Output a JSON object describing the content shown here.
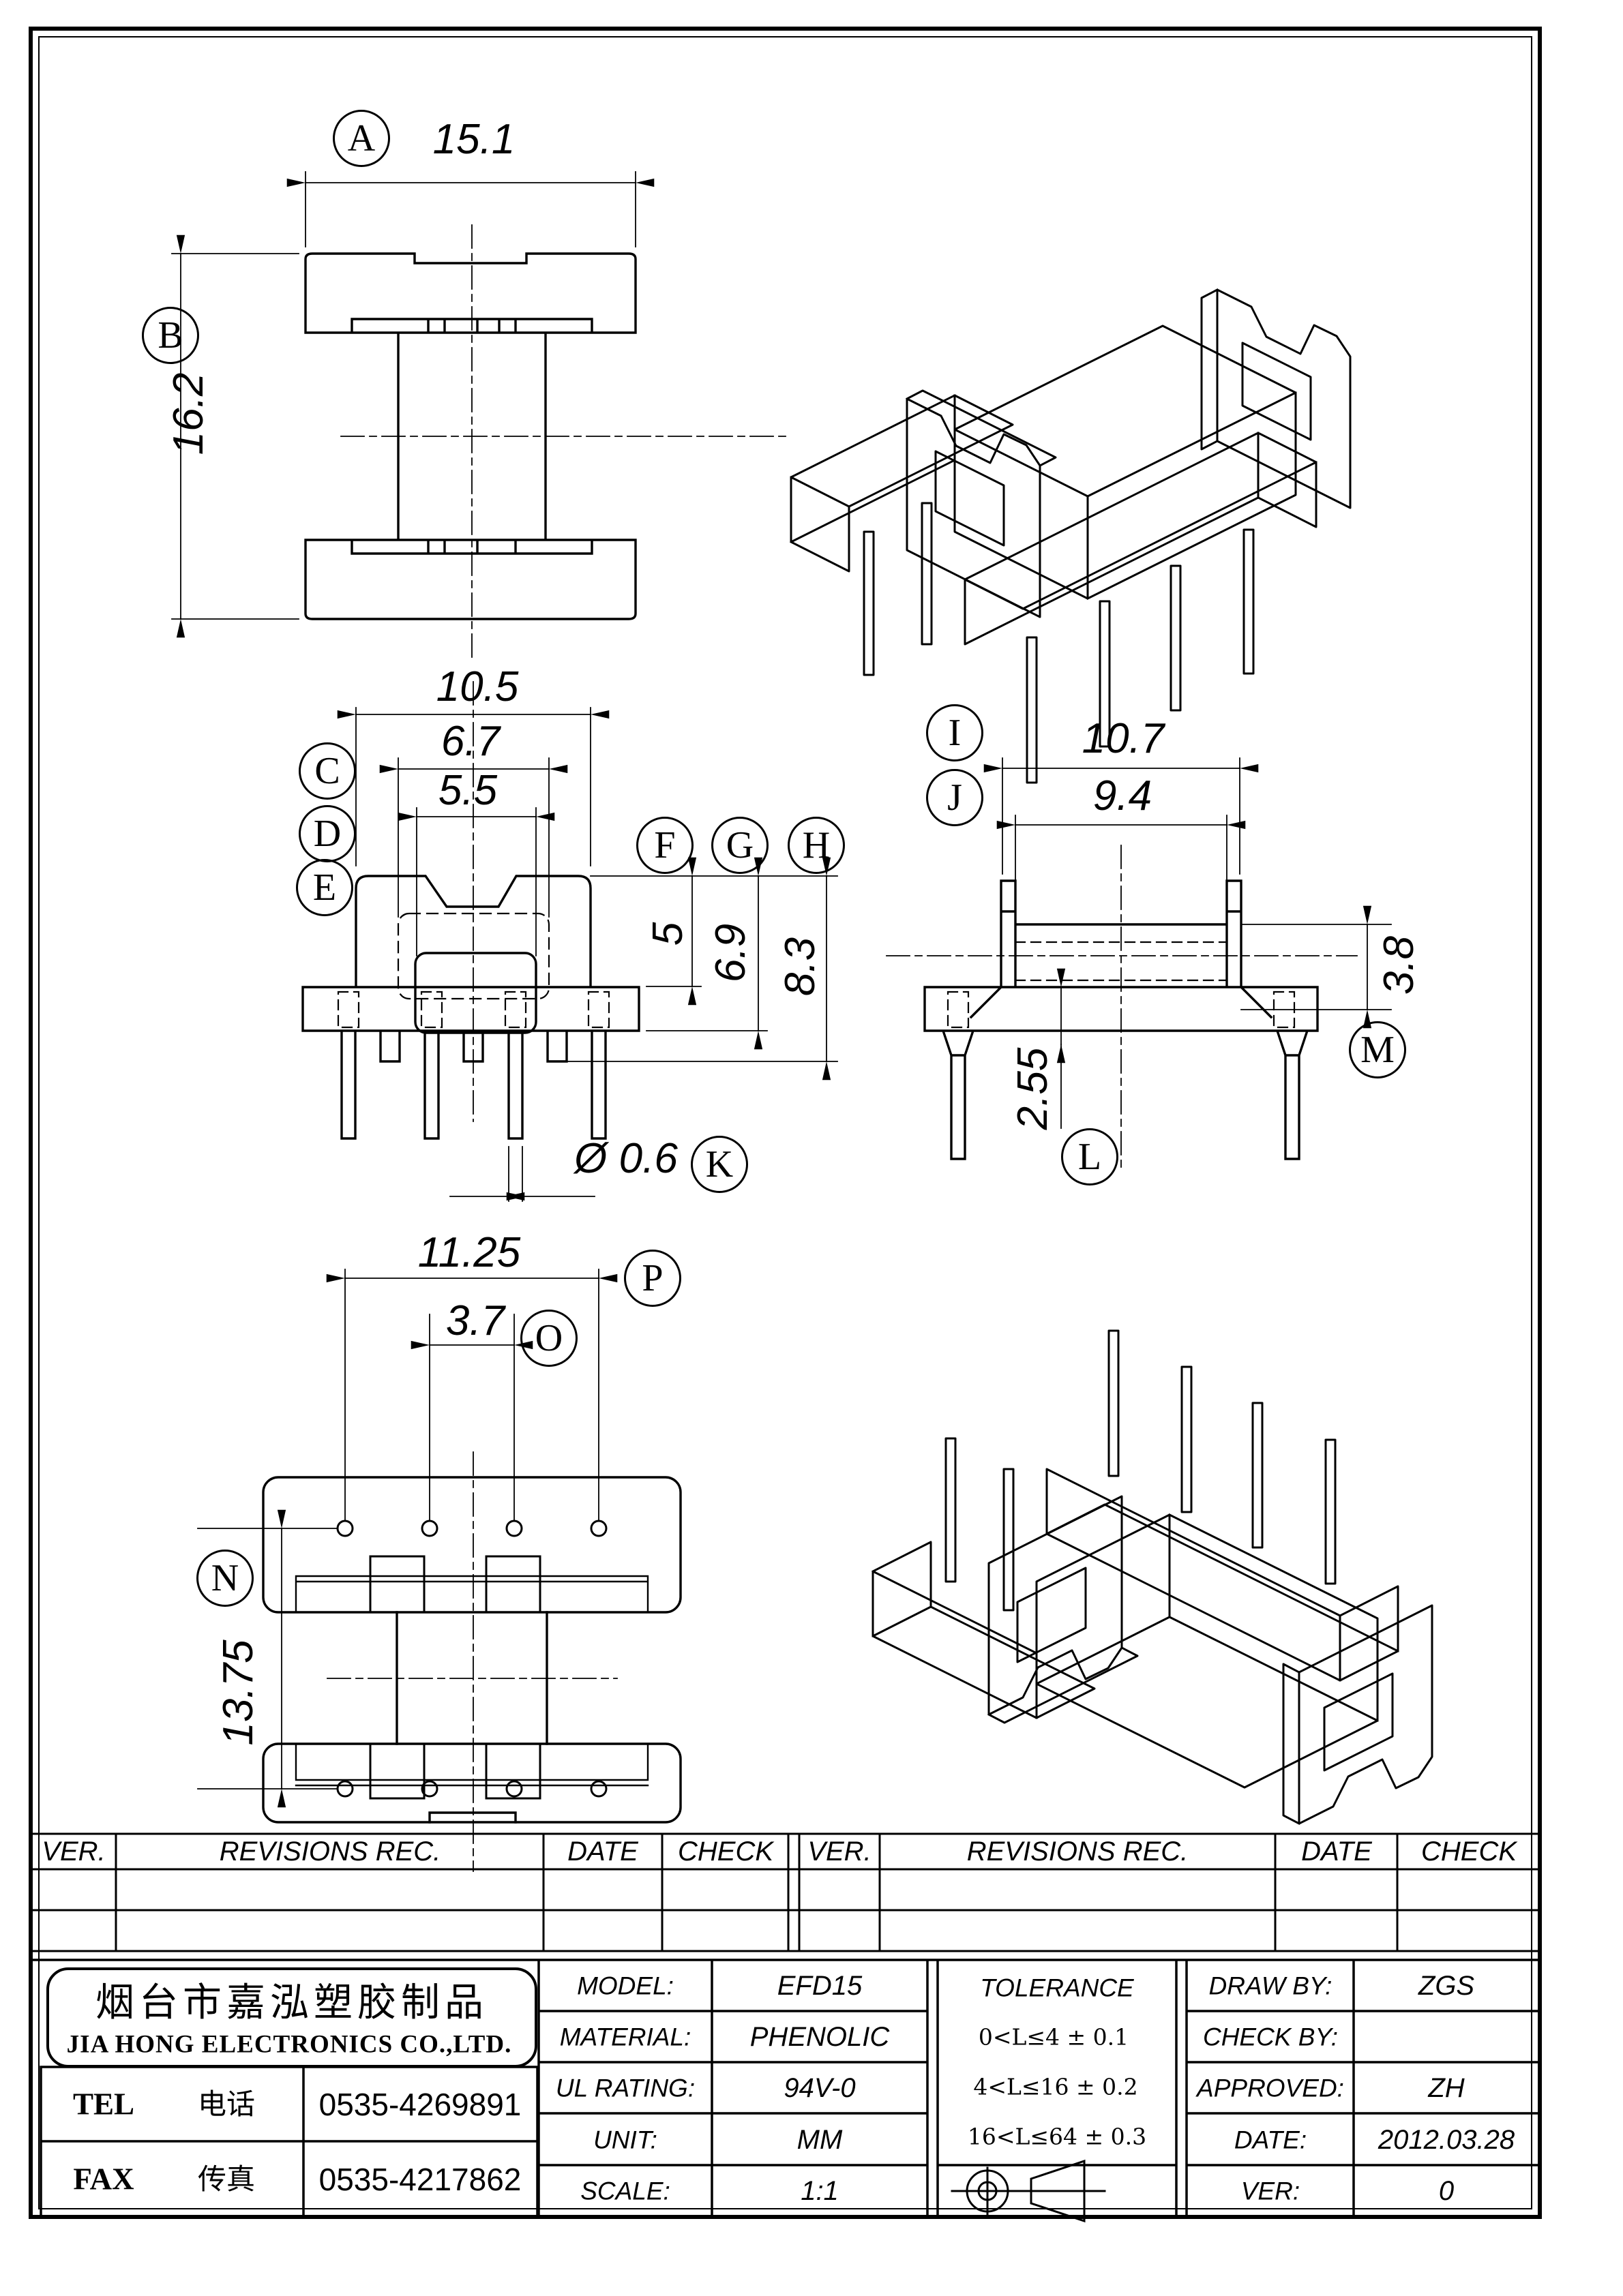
{
  "drawing": {
    "balloons": [
      "A",
      "B",
      "C",
      "D",
      "E",
      "F",
      "G",
      "H",
      "I",
      "J",
      "K",
      "L",
      "M",
      "N",
      "O",
      "P"
    ],
    "dims": {
      "A": "15.1",
      "B": "16.2",
      "C": "10.5",
      "D": "6.7",
      "E": "5.5",
      "F": "5",
      "G": "6.9",
      "H": "8.3",
      "I": "10.7",
      "J": "9.4",
      "K": "Ø 0.6",
      "L": "2.55",
      "M": "3.8",
      "N": "13.75",
      "O": "3.7",
      "P": "11.25"
    }
  },
  "revisions_table": {
    "headers": [
      "VER.",
      "REVISIONS REC.",
      "DATE",
      "CHECK"
    ]
  },
  "title_block": {
    "company_cn": "烟台市嘉泓塑胶制品",
    "company_en": "JIA HONG ELECTRONICS CO.,LTD.",
    "tel_label": "TEL",
    "tel_label_cn": "电话",
    "tel_value": "0535-4269891",
    "fax_label": "FAX",
    "fax_label_cn": "传真",
    "fax_value": "0535-4217862",
    "fields": {
      "model_label": "MODEL:",
      "model_value": "EFD15",
      "material_label": "MATERIAL:",
      "material_value": "PHENOLIC",
      "ul_label": "UL RATING:",
      "ul_value": "94V-0",
      "unit_label": "UNIT:",
      "unit_value": "MM",
      "scale_label": "SCALE:",
      "scale_value": "1:1"
    },
    "tolerance": {
      "title": "TOLERANCE",
      "rows": [
        "0<L≤4   ± 0.1",
        "4<L≤16  ± 0.2",
        "16<L≤64 ± 0.3"
      ]
    },
    "approval": {
      "draw_by_label": "DRAW BY:",
      "draw_by_value": "ZGS",
      "check_by_label": "CHECK BY:",
      "check_by_value": "",
      "approved_label": "APPROVED:",
      "approved_value": "ZH",
      "date_label": "DATE:",
      "date_value": "2012.03.28",
      "ver_label": "VER:",
      "ver_value": "0"
    }
  }
}
